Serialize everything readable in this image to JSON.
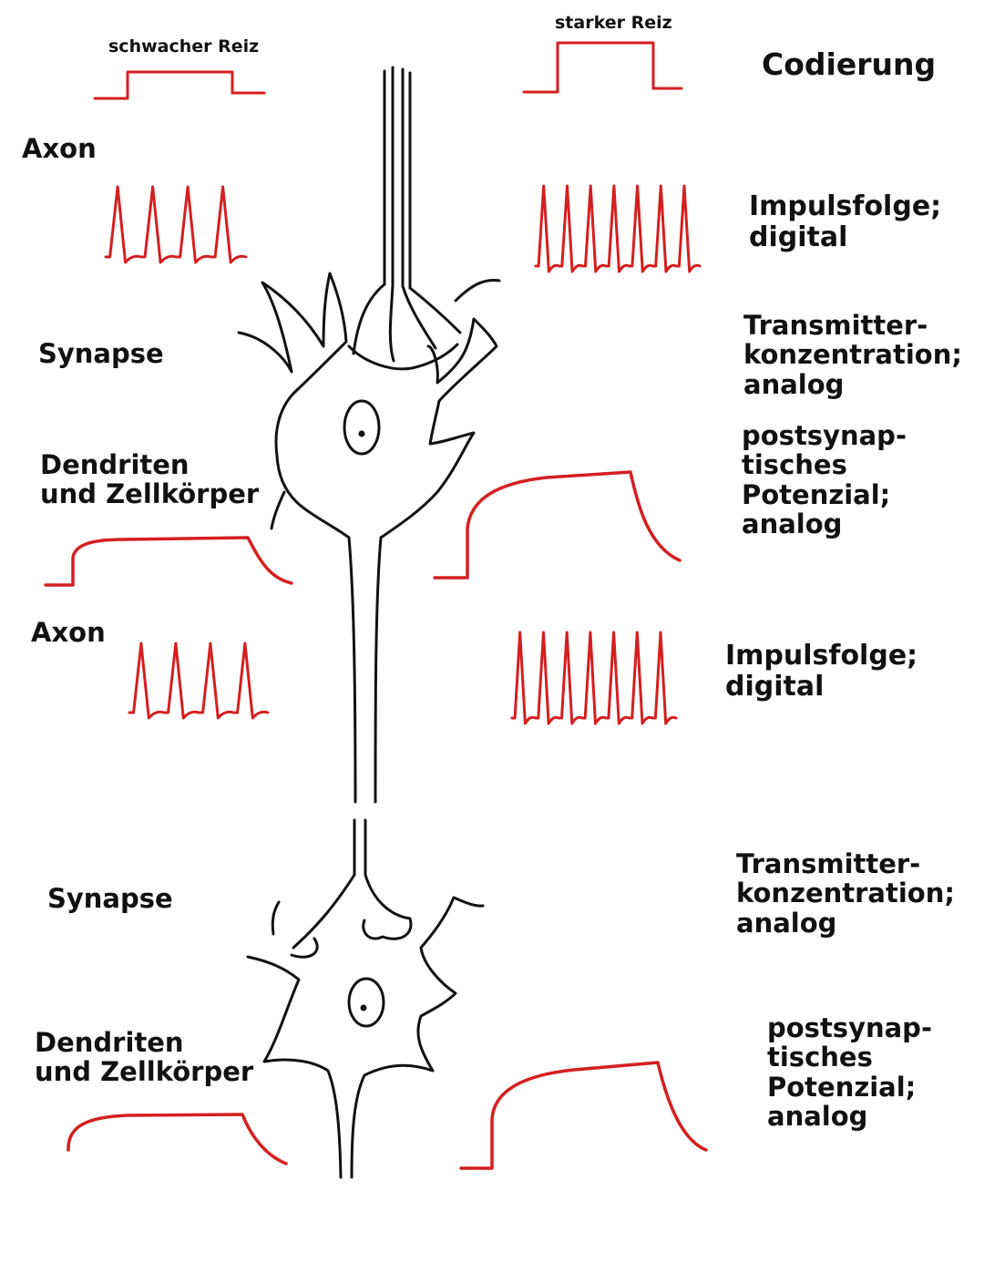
{
  "header": {
    "weak_stimulus": "schwacher Reiz",
    "strong_stimulus": "starker Reiz",
    "coding": "Codierung"
  },
  "left_labels": {
    "axon_1": "Axon",
    "synapse_1": "Synapse",
    "dendrites_1": [
      "Dendriten",
      "und Zellkörper"
    ],
    "axon_2": "Axon",
    "synapse_2": "Synapse",
    "dendrites_2": [
      "Dendriten",
      "und Zellkörper"
    ]
  },
  "right_labels": {
    "impulse_1": [
      "Impulsfolge;",
      "digital"
    ],
    "transmitter_1": [
      "Transmitter-",
      "konzentration;",
      "analog"
    ],
    "postsynaptic_1": [
      "postsynap-",
      "tisches",
      "Potenzial;",
      "analog"
    ],
    "impulse_2": [
      "Impulsfolge;",
      "digital"
    ],
    "transmitter_2": [
      "Transmitter-",
      "konzentration;",
      "analog"
    ],
    "postsynaptic_2": [
      "postsynap-",
      "tisches",
      "Potenzial;",
      "analog"
    ]
  },
  "signals": {
    "weak_spikes": 4,
    "strong_spikes": 7
  },
  "colors": {
    "signal": "#d41f1f",
    "neuron": "#111111"
  }
}
